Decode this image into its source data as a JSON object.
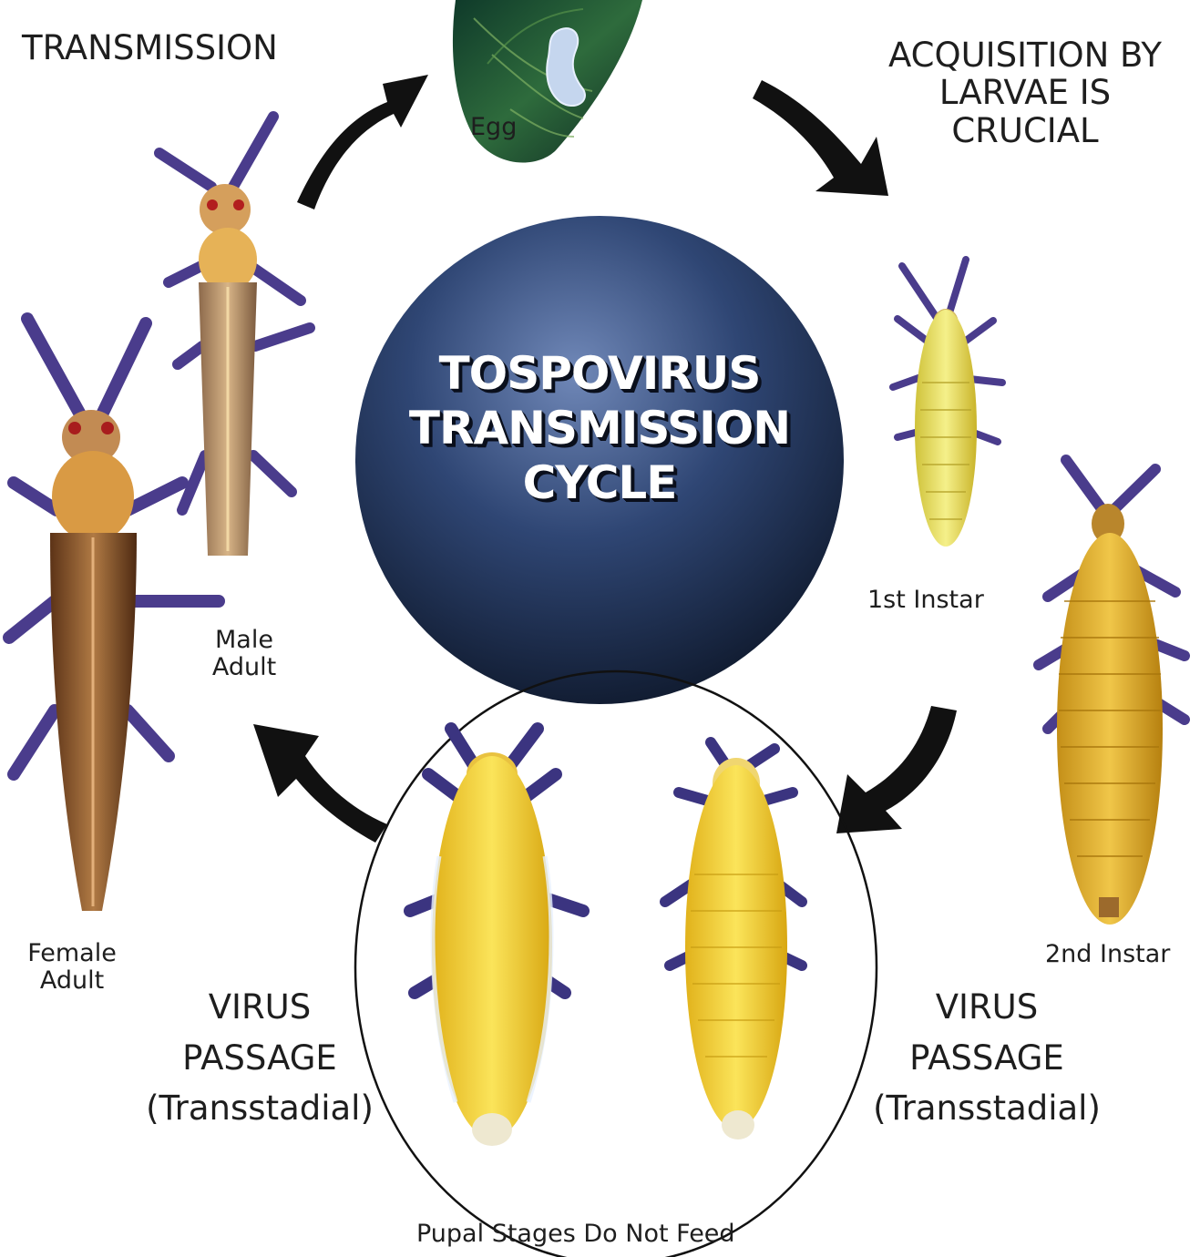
{
  "center_title": [
    "TOSPOVIRUS",
    "TRANSMISSION",
    "CYCLE"
  ],
  "labels": {
    "transmission": "TRANSMISSION",
    "acquisition": [
      "ACQUISITION BY",
      "LARVAE IS",
      "CRUCIAL"
    ],
    "egg": "Egg",
    "first_instar": "1st Instar",
    "second_instar": "2nd Instar",
    "male_adult": [
      "Male",
      "Adult"
    ],
    "female_adult": [
      "Female",
      "Adult"
    ],
    "virus_passage_left": [
      "VIRUS",
      "PASSAGE",
      "(Transstadial)"
    ],
    "virus_passage_right": [
      "VIRUS",
      "PASSAGE",
      "(Transstadial)"
    ],
    "pupal_note": "Pupal Stages Do Not Feed"
  },
  "colors": {
    "globe_light": "#6d86b4",
    "globe_dark": "#0c1526",
    "arrow": "#111111",
    "larva_body": "#e3b52b",
    "pupa_body": "#f2cf2d",
    "adult_body": "#8a5a2e",
    "leg_purple": "#4a3c8c"
  }
}
